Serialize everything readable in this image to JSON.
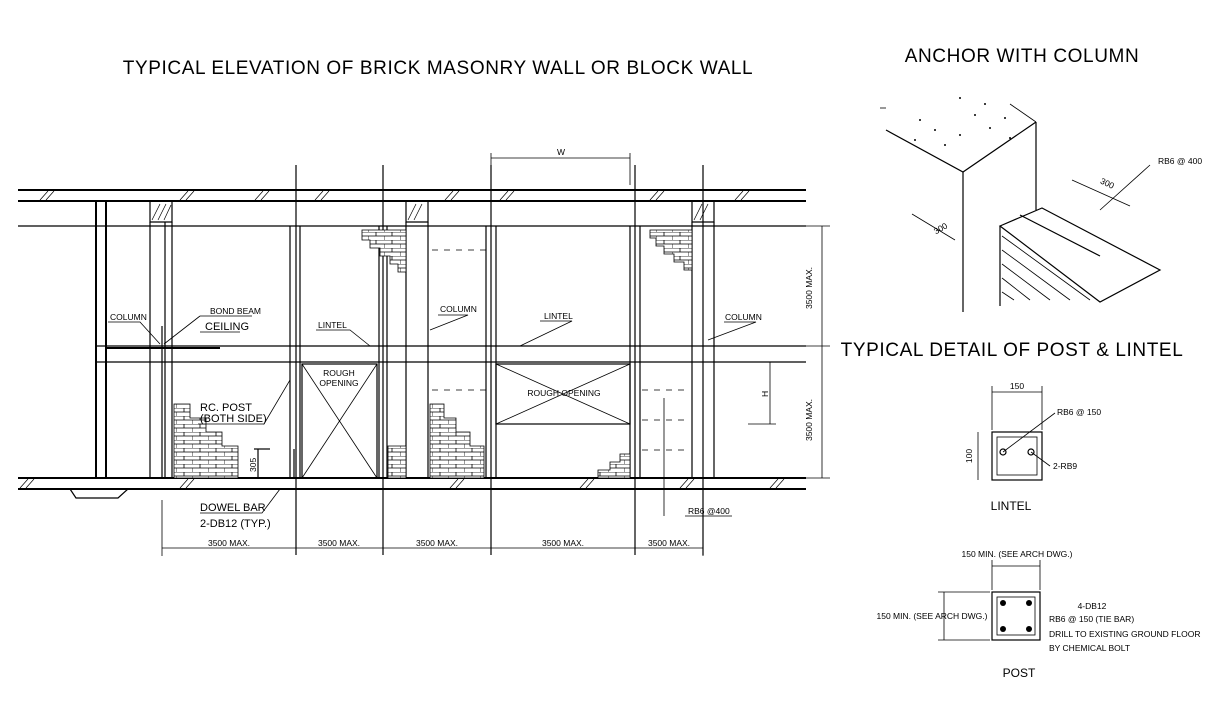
{
  "titles": {
    "elevation": "TYPICAL ELEVATION OF BRICK MASONRY WALL OR BLOCK WALL",
    "anchor": "ANCHOR WITH COLUMN",
    "post_lintel": "TYPICAL DETAIL OF POST & LINTEL"
  },
  "elevation": {
    "column_left": "COLUMN",
    "bond_beam": "BOND BEAM",
    "ceiling": "CEILING",
    "lintel_1": "LINTEL",
    "column_mid": "COLUMN",
    "lintel_2": "LINTEL",
    "column_right": "COLUMN",
    "rough_opening_1a": "ROUGH",
    "rough_opening_1b": "OPENING",
    "rough_opening_2": "ROUGH OPENING",
    "rc_post_1": "RC. POST",
    "rc_post_2": "(BOTH SIDE)",
    "dim_305": "305",
    "dowel_bar": "DOWEL BAR",
    "dowel_bar_spec": "2-DB12 (TYP.)",
    "rb6_400": "RB6 @400",
    "w": "W",
    "h": "H",
    "height_max_1": "3500 MAX.",
    "height_max_2": "3500 MAX.",
    "spans": [
      "3500 MAX.",
      "3500 MAX.",
      "3500 MAX.",
      "3500 MAX.",
      "3500 MAX."
    ]
  },
  "anchor": {
    "dim_300_a": "300",
    "dim_300_b": "300",
    "rb6": "RB6 @ 400"
  },
  "lintel": {
    "width": "150",
    "height": "100",
    "stirrup": "RB6 @ 150",
    "bars": "2-RB9",
    "caption": "LINTEL"
  },
  "post": {
    "width": "150 MIN. (SEE ARCH DWG.)",
    "height": "150 MIN. (SEE ARCH DWG.)",
    "bars": "4-DB12",
    "tie": "RB6 @ 150 (TIE BAR)",
    "drill_1": "DRILL TO EXISTING GROUND FLOOR",
    "drill_2": "BY CHEMICAL BOLT",
    "caption": "POST"
  }
}
